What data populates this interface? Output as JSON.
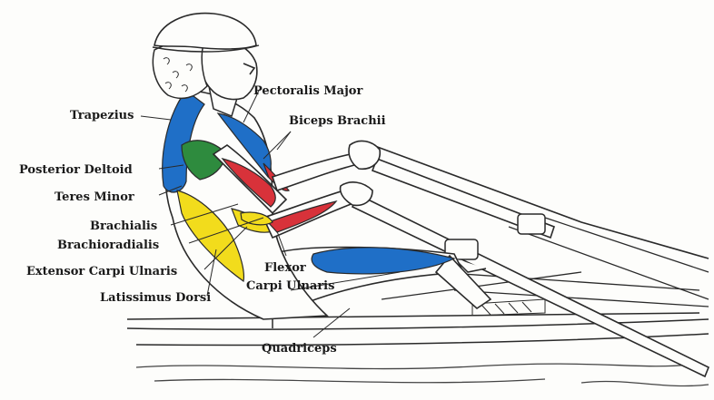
{
  "labels": {
    "pectoralis_major": "Pectoralis Major",
    "trapezius": "Trapezius",
    "biceps_brachii": "Biceps Brachii",
    "posterior_deltoid": "Posterior Deltoid",
    "teres_minor": "Teres Minor",
    "brachialis": "Brachialis",
    "brachioradialis": "Brachioradialis",
    "extensor_carpi_ulnaris": "Extensor Carpi Ulnaris",
    "flexor": "Flexor",
    "carpi_ulnaris": "Carpi Ulnaris",
    "latissimus_dorsi": "Latissimus Dorsi",
    "quadriceps": "Quadriceps"
  },
  "colors": {
    "blue_muscle": "#1f6fc7",
    "green_muscle": "#2e8b3e",
    "red_muscle": "#d8323a",
    "yellow_muscle": "#f2dc1c",
    "outline": "#2a2a2a"
  }
}
